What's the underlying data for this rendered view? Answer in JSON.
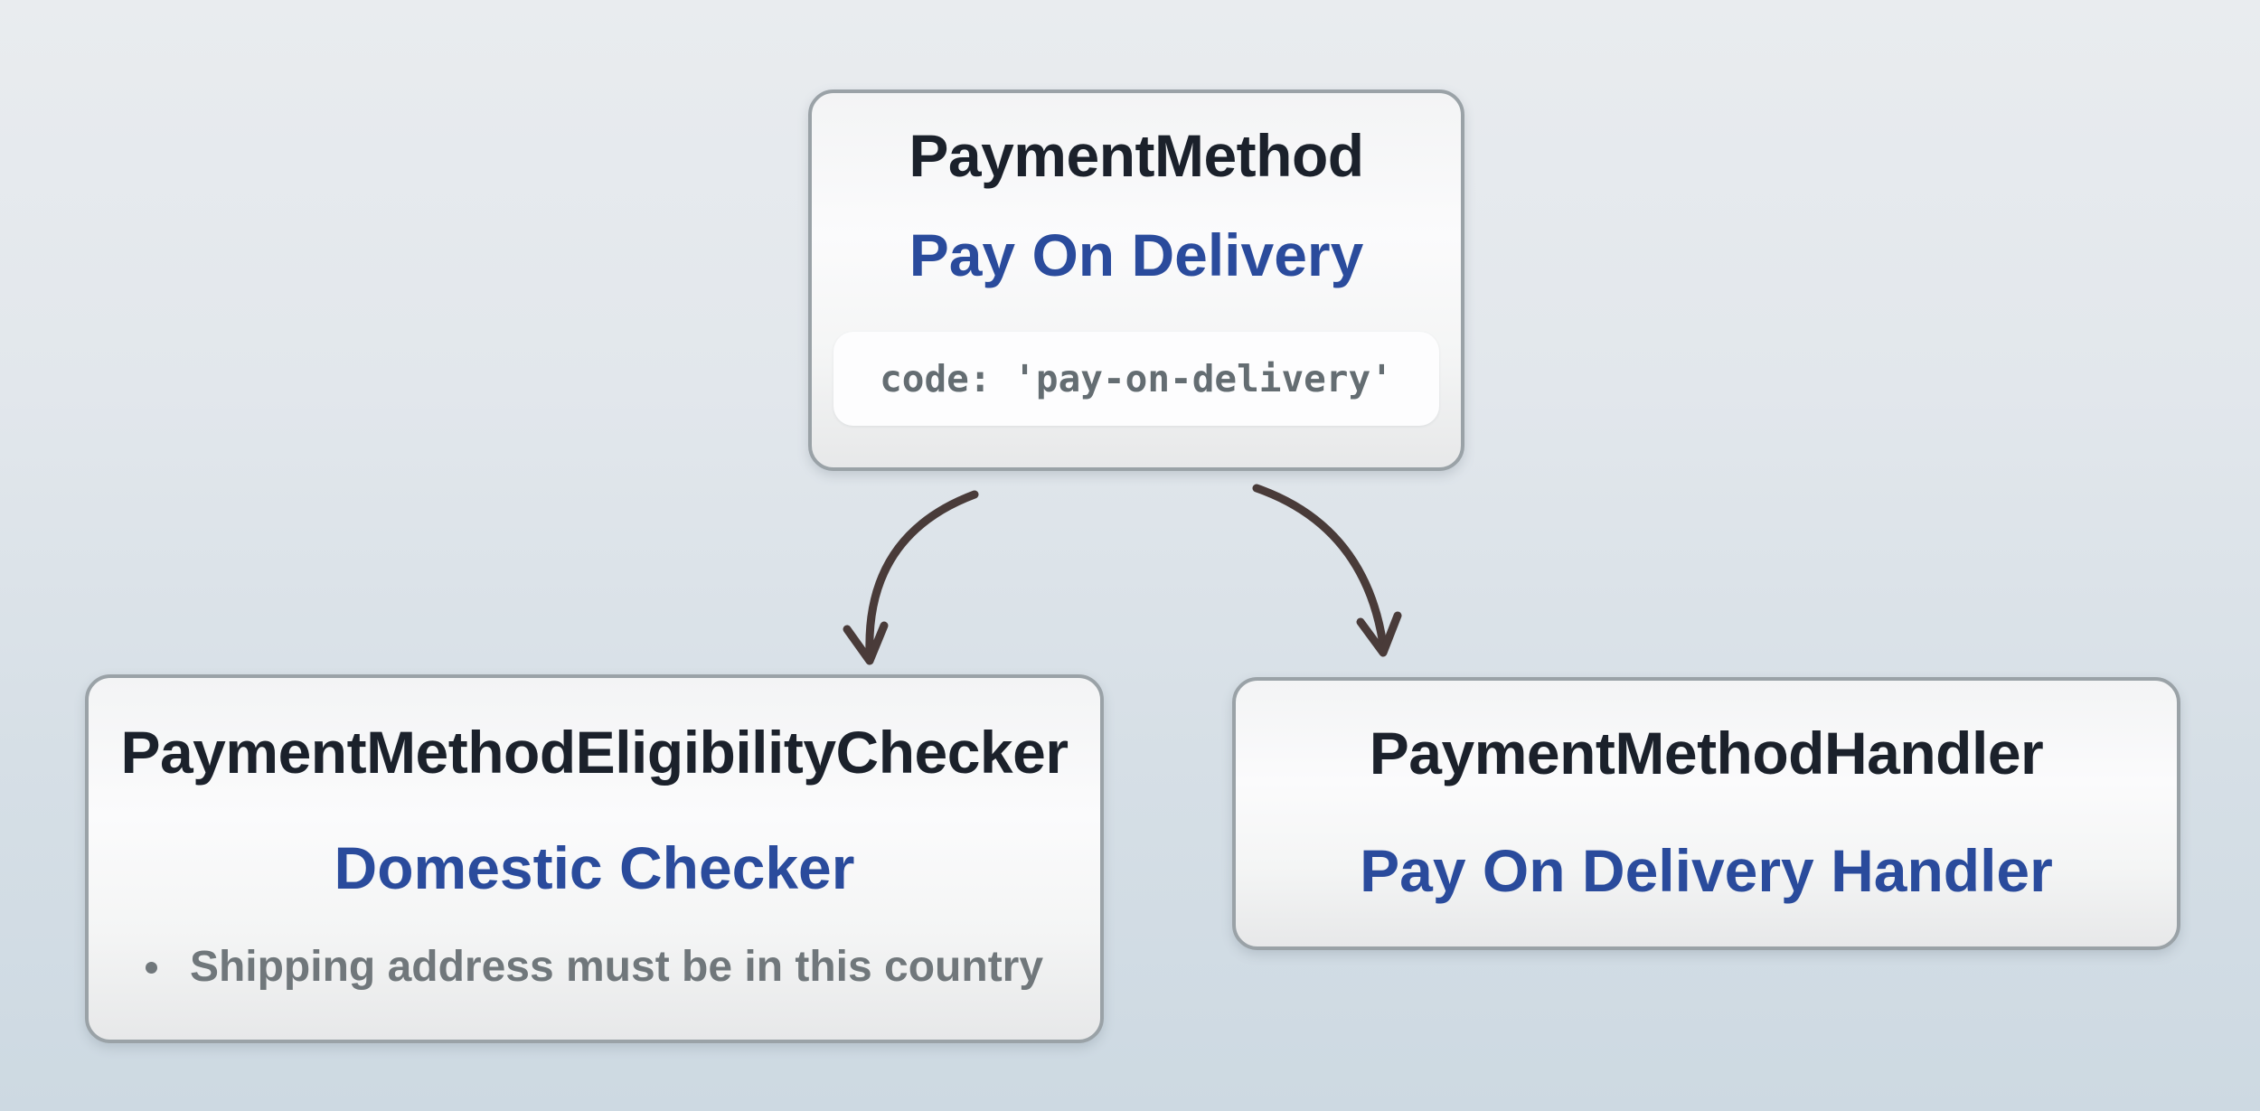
{
  "nodes": {
    "payment_method": {
      "title": "PaymentMethod",
      "subtitle": "Pay On Delivery",
      "code": "code: 'pay-on-delivery'"
    },
    "eligibility_checker": {
      "title": "PaymentMethodEligibilityChecker",
      "subtitle": "Domestic Checker",
      "bullets": [
        "Shipping address must be in this country"
      ]
    },
    "handler": {
      "title": "PaymentMethodHandler",
      "subtitle": "Pay On Delivery Handler"
    }
  },
  "colors": {
    "background_top": "#e9ecef",
    "background_bottom": "#cdd9e2",
    "node_fill": "#f6f7f7",
    "node_border": "#9aa2a7",
    "title_text": "#1b212b",
    "subtitle_blue": "#2a4b9c",
    "code_text": "#646d72",
    "code_background": "#fdfdfe",
    "bullet_text": "#70777b",
    "arrow": "#493b39"
  }
}
